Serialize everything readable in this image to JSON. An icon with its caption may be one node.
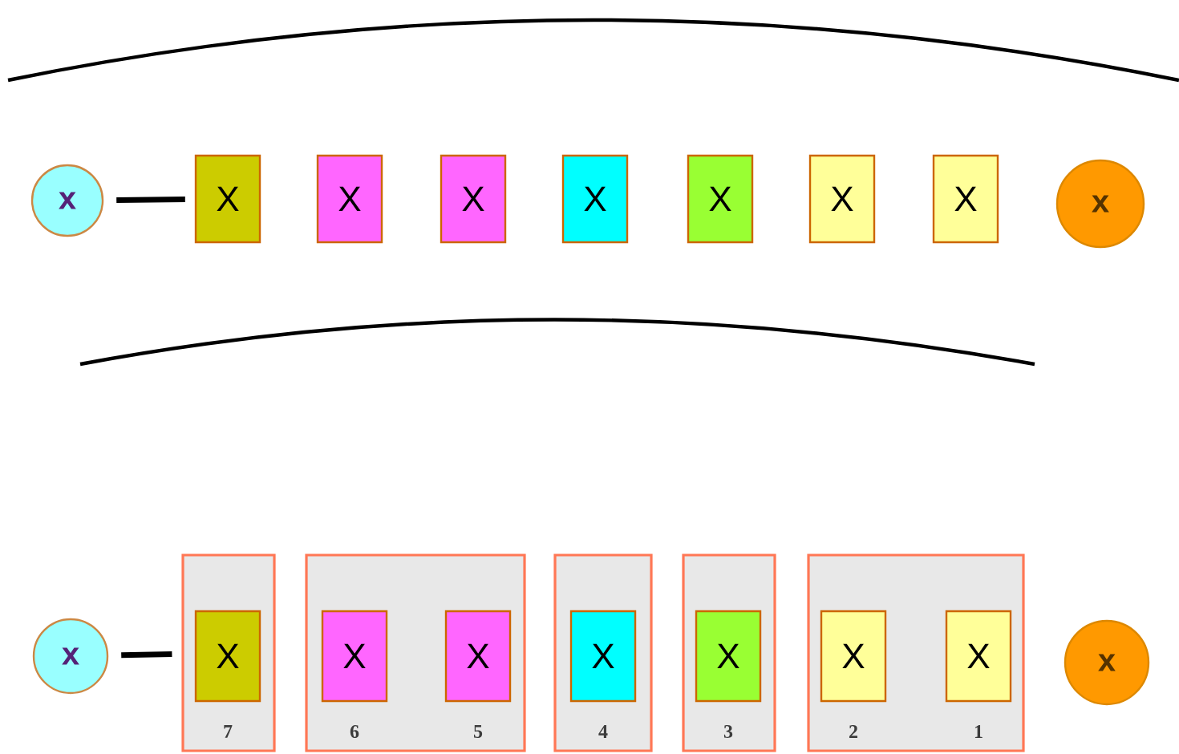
{
  "diagram": {
    "nodes": [
      {
        "text": [
          "x"
        ]
      },
      {
        "text": [
          "X"
        ]
      },
      {
        "text": [
          "X"
        ]
      },
      {
        "text": [
          "X"
        ]
      },
      {
        "text": [
          "X"
        ]
      },
      {
        "text": [
          "X"
        ]
      },
      {
        "text": [
          "X"
        ]
      },
      {
        "text": [
          "X"
        ]
      },
      {
        "text": [
          "x"
        ]
      },
      {
        "text": [
          "x"
        ]
      },
      {
        "text": [],
        "shape": "box"
      },
      {
        "text": [
          "X"
        ],
        "in": 10,
        "beside": [
          "7"
        ]
      },
      {
        "text": [],
        "shape": "box"
      },
      {
        "text": [
          "X"
        ],
        "in": 12,
        "beside": [
          "6"
        ]
      },
      {
        "text": [
          "X"
        ],
        "in": 12,
        "beside": [
          "5"
        ]
      },
      {
        "text": [],
        "shape": "box"
      },
      {
        "text": [
          "X"
        ],
        "in": 15,
        "beside": [
          "4"
        ]
      },
      {
        "text": [],
        "shape": "box"
      },
      {
        "text": [
          "X"
        ],
        "in": 17,
        "beside": [
          "3"
        ]
      },
      {
        "text": [],
        "shape": "box"
      },
      {
        "text": [
          "X"
        ],
        "in": 19,
        "beside": [
          "2"
        ]
      },
      {
        "text": [
          "X"
        ],
        "in": 19,
        "beside": [
          "1"
        ]
      },
      {
        "text": [
          "x"
        ]
      }
    ],
    "edges": [
      {
        "from": 0,
        "to": 1,
        "arrow": "none"
      },
      {
        "from": 9,
        "to": 10,
        "arrow": "none"
      }
    ]
  }
}
